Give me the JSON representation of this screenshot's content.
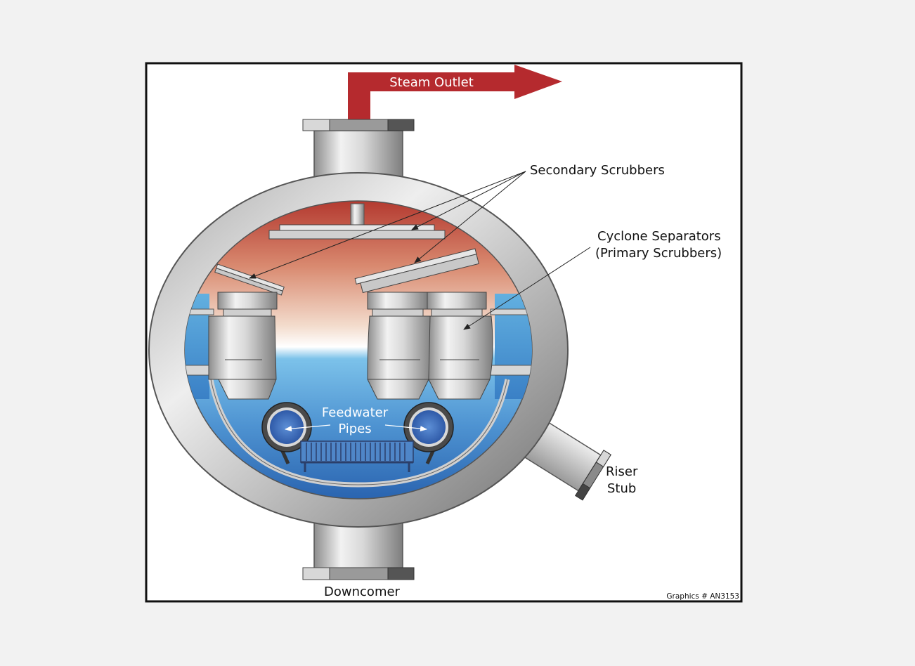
{
  "labels": {
    "steam_outlet": "Steam Outlet",
    "secondary_scrubbers": "Secondary Scrubbers",
    "cyclone_line1": "Cyclone Separators",
    "cyclone_line2": "(Primary Scrubbers)",
    "feedwater_line1": "Feedwater",
    "feedwater_line2": "Pipes",
    "riser_line1": "Riser",
    "riser_line2": "Stub",
    "downcomer": "Downcomer",
    "graphic_id": "Graphics # AN3153"
  },
  "colors": {
    "steam_arrow": "#b52a2e",
    "steam_space_top": "#b84538",
    "steam_space_mid": "#f0d6c8",
    "water_light": "#6ab8e4",
    "water_dark": "#2f6cb4",
    "steel_light": "#e8e8e8",
    "steel_dark": "#8a8a8a",
    "frame_border": "#111111"
  }
}
